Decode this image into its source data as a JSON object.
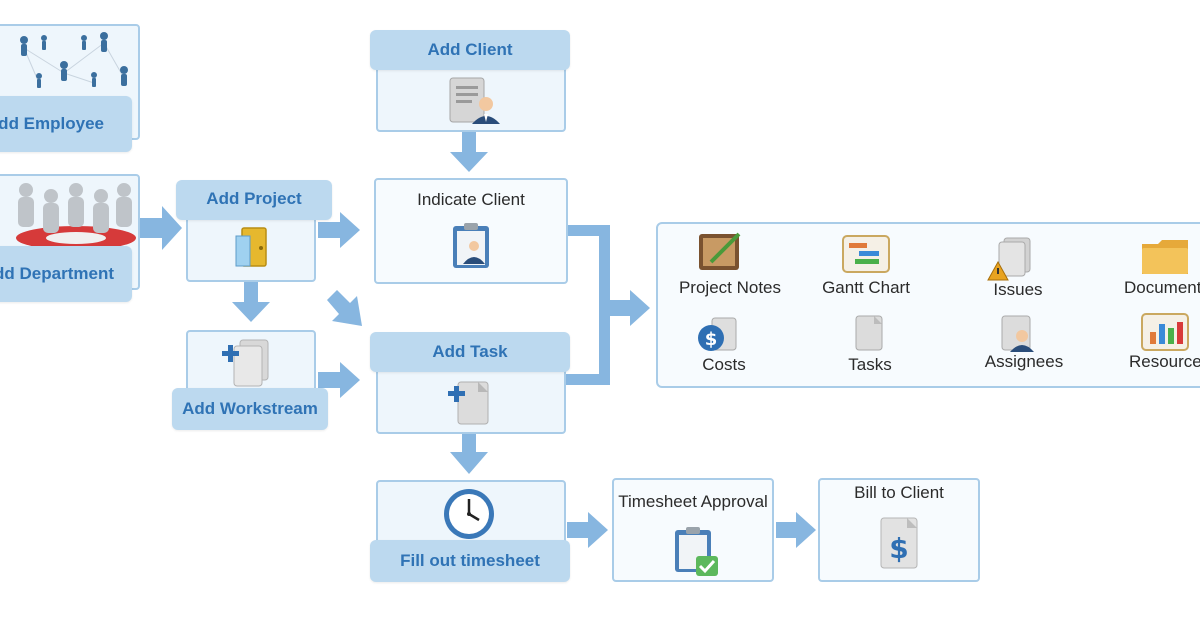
{
  "nodes": {
    "add_employee": "Add Employee",
    "add_department": "Add Department",
    "add_project": "Add Project",
    "add_workstream": "Add Workstream",
    "add_client": "Add Client",
    "indicate_client": "Indicate Client",
    "add_task": "Add Task",
    "fill_timesheet": "Fill out timesheet",
    "timesheet_approval": "Timesheet Approval",
    "bill_to_client": "Bill to Client"
  },
  "project_features": {
    "items": [
      "Project Notes",
      "Gantt Chart",
      "Issues",
      "Documents",
      "Costs",
      "Tasks",
      "Assignees",
      "Resources"
    ]
  },
  "colors": {
    "arrow": "#87b6e0",
    "tab": "#bcd9ef",
    "tab_text": "#2f73b5",
    "box_border": "#a9cce8"
  }
}
